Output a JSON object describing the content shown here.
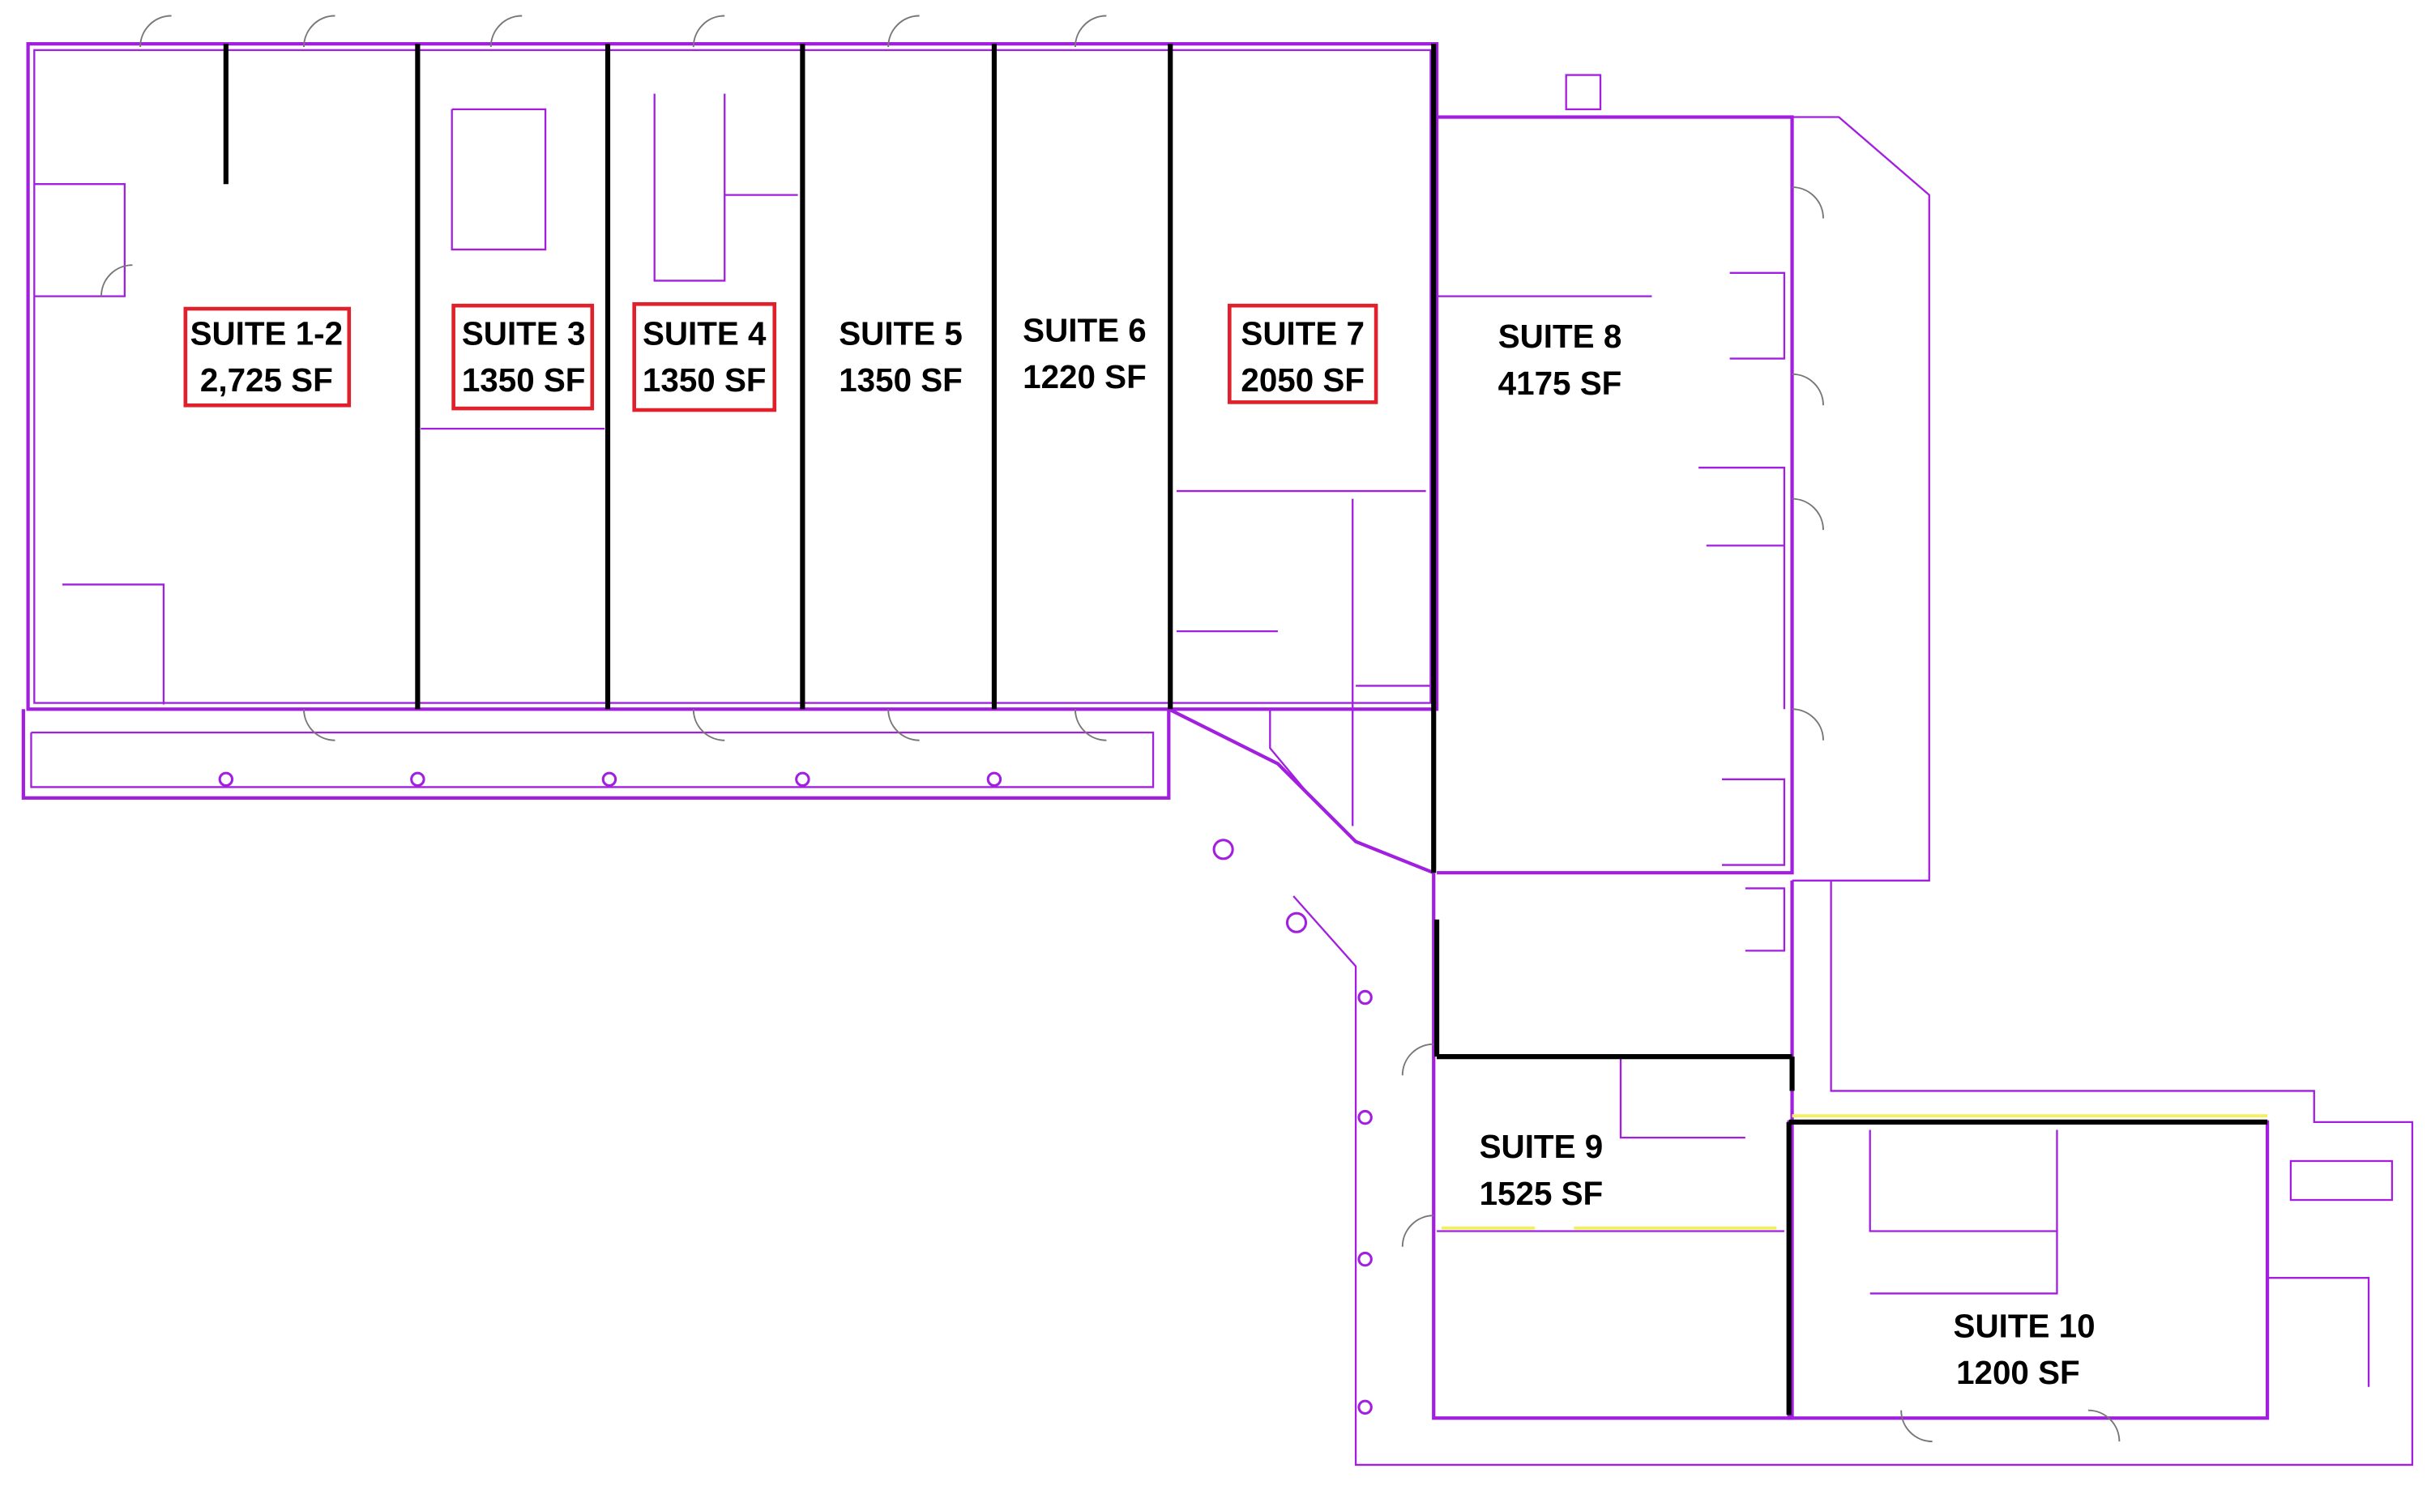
{
  "colors": {
    "walls": "#a21fe0",
    "dividers": "#000000",
    "highlight": "#e0202a",
    "accent_lines": "#f2f060"
  },
  "suites": [
    {
      "name": "SUITE 1-2",
      "area": "2,725 SF",
      "highlighted": true
    },
    {
      "name": "SUITE 3",
      "area": "1350 SF",
      "highlighted": true
    },
    {
      "name": "SUITE 4",
      "area": "1350 SF",
      "highlighted": true
    },
    {
      "name": "SUITE 5",
      "area": "1350 SF",
      "highlighted": false
    },
    {
      "name": "SUITE 6",
      "area": "1220 SF",
      "highlighted": false
    },
    {
      "name": "SUITE 7",
      "area": "2050 SF",
      "highlighted": true
    },
    {
      "name": "SUITE 8",
      "area": "4175 SF",
      "highlighted": false
    },
    {
      "name": "SUITE 9",
      "area": "1525 SF",
      "highlighted": false
    },
    {
      "name": "SUITE 10",
      "area": "1200 SF",
      "highlighted": false
    }
  ]
}
